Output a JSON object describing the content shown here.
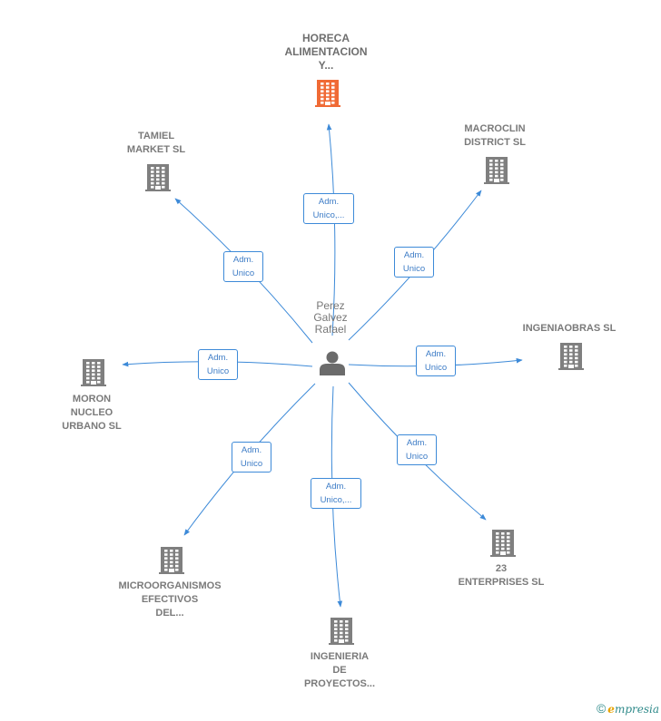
{
  "center": {
    "name": "Perez\nGalvez\nRafael",
    "icon": "person-icon"
  },
  "companies": [
    {
      "id": "horeca",
      "name": "HORECA\nALIMENTACION\nY...",
      "highlight": true,
      "icon": "building-icon"
    },
    {
      "id": "tamiel",
      "name": "TAMIEL\nMARKET  SL",
      "icon": "building-icon"
    },
    {
      "id": "macroclin",
      "name": "MACROCLIN\nDISTRICT  SL",
      "icon": "building-icon"
    },
    {
      "id": "ingeniaobras",
      "name": "INGENIAOBRAS SL",
      "icon": "building-icon"
    },
    {
      "id": "moron",
      "name": "MORON\nNUCLEO\nURBANO SL",
      "icon": "building-icon"
    },
    {
      "id": "microorganismos",
      "name": "MICROORGANISMOS\nEFECTIVOS\nDEL...",
      "icon": "building-icon"
    },
    {
      "id": "ingenieria",
      "name": "INGENIERIA\nDE\nPROYECTOS...",
      "icon": "building-icon"
    },
    {
      "id": "enterprises",
      "name": "23\nENTERPRISES SL",
      "icon": "building-icon"
    }
  ],
  "edges": [
    {
      "to": "horeca",
      "label": "Adm.\nUnico,..."
    },
    {
      "to": "tamiel",
      "label": "Adm.\nUnico"
    },
    {
      "to": "macroclin",
      "label": "Adm.\nUnico"
    },
    {
      "to": "ingeniaobras",
      "label": "Adm.\nUnico"
    },
    {
      "to": "moron",
      "label": "Adm.\nUnico"
    },
    {
      "to": "microorganismos",
      "label": "Adm.\nUnico"
    },
    {
      "to": "ingenieria",
      "label": "Adm.\nUnico,..."
    },
    {
      "to": "enterprises",
      "label": "Adm.\nUnico"
    }
  ],
  "colors": {
    "edge": "#3d8ad8",
    "building": "#7f7f7f",
    "highlight": "#f06a35",
    "person": "#6b6b6b"
  },
  "watermark": {
    "symbol": "©",
    "e": "e",
    "rest": "mpresia"
  }
}
